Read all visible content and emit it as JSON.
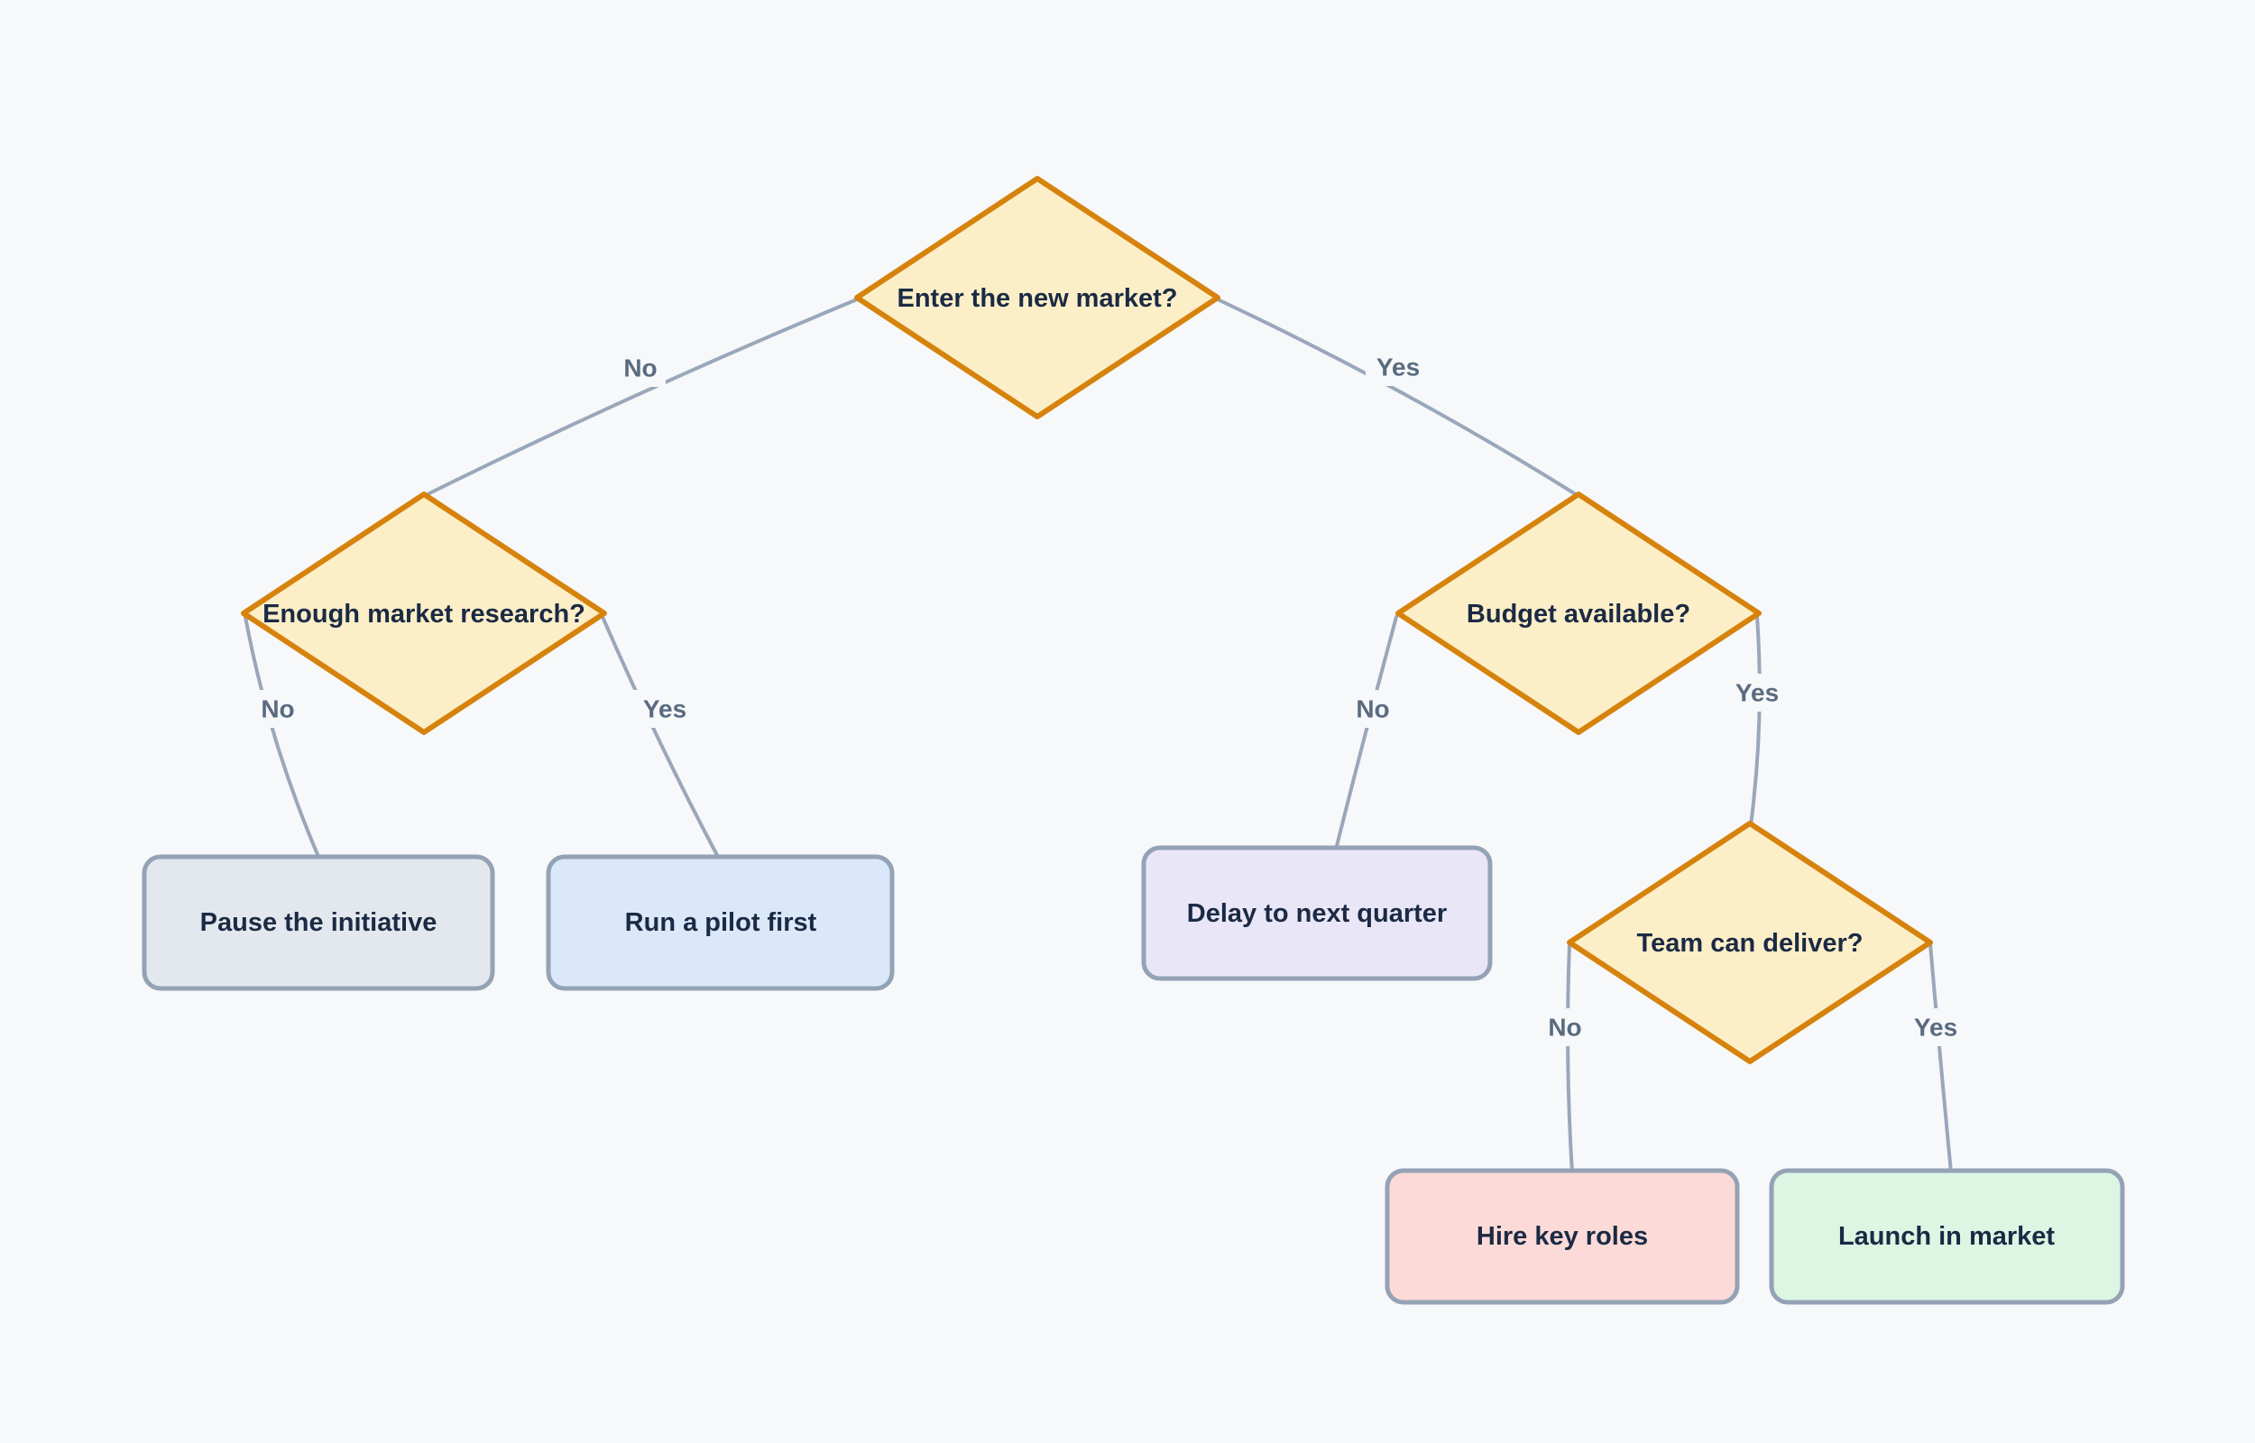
{
  "page": {
    "background": "#F7F8FA"
  },
  "diagram": {
    "type": "decision-tree-flowchart",
    "colors": {
      "edge": "#9AA7BA",
      "edge_label": "#5A6B80",
      "node_text": "#1B2A44",
      "decision_fill": "#FCEFC8",
      "decision_stroke": "#D6830D",
      "action_stroke": "#94A2B6"
    },
    "nodes": [
      {
        "id": "enter-market",
        "kind": "decision",
        "label": "Enter the new market?",
        "fill": "#FCEFC8",
        "stroke": "#D6830D"
      },
      {
        "id": "market-research",
        "kind": "decision",
        "label": "Enough market research?",
        "fill": "#FCEFC8",
        "stroke": "#D6830D"
      },
      {
        "id": "budget",
        "kind": "decision",
        "label": "Budget available?",
        "fill": "#FCEFC8",
        "stroke": "#D6830D"
      },
      {
        "id": "team-deliver",
        "kind": "decision",
        "label": "Team can deliver?",
        "fill": "#FCEFC8",
        "stroke": "#D6830D"
      },
      {
        "id": "pause",
        "kind": "action",
        "label": "Pause the initiative",
        "fill": "#E3E8EE",
        "stroke": "#94A2B6"
      },
      {
        "id": "pilot",
        "kind": "action",
        "label": "Run a pilot first",
        "fill": "#DBE8FA",
        "stroke": "#94A2B6"
      },
      {
        "id": "delay",
        "kind": "action",
        "label": "Delay to next quarter",
        "fill": "#E9E6F7",
        "stroke": "#94A2B6"
      },
      {
        "id": "hire",
        "kind": "action",
        "label": "Hire key roles",
        "fill": "#FBDAD7",
        "stroke": "#94A2B6"
      },
      {
        "id": "launch",
        "kind": "action",
        "label": "Launch in market",
        "fill": "#DCF6E3",
        "stroke": "#94A2B6"
      }
    ],
    "edges": [
      {
        "from": "enter-market",
        "to": "market-research",
        "label": "No"
      },
      {
        "from": "enter-market",
        "to": "budget",
        "label": "Yes"
      },
      {
        "from": "market-research",
        "to": "pause",
        "label": "No"
      },
      {
        "from": "market-research",
        "to": "pilot",
        "label": "Yes"
      },
      {
        "from": "budget",
        "to": "delay",
        "label": "No"
      },
      {
        "from": "budget",
        "to": "team-deliver",
        "label": "Yes"
      },
      {
        "from": "team-deliver",
        "to": "hire",
        "label": "No"
      },
      {
        "from": "team-deliver",
        "to": "launch",
        "label": "Yes"
      }
    ]
  }
}
